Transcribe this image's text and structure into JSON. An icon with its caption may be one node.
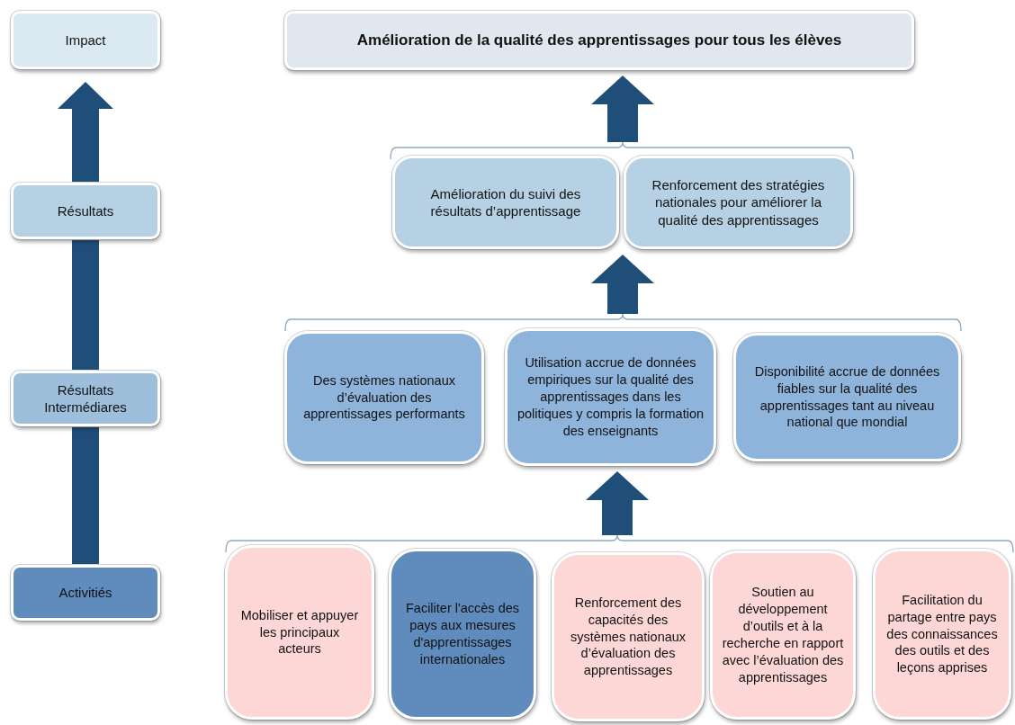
{
  "diagram": {
    "nodes": [
      {
        "text": [
          "Impact"
        ]
      },
      {
        "text": [
          "Résultats"
        ]
      },
      {
        "text": [
          "Résultats Intermédiares"
        ]
      },
      {
        "text": [
          "Activitiés"
        ]
      },
      {
        "text": [
          "Amélioration de la qualité des apprentissages pour tous les élèves"
        ]
      },
      {
        "text": [
          "Amélioration du suivi des résultats d’apprentissage"
        ]
      },
      {
        "text": [
          "Renforcement des stratégies nationales pour améliorer la qualité des apprentissages"
        ]
      },
      {
        "text": [
          "Des systèmes nationaux d’évaluation des apprentissages performants"
        ]
      },
      {
        "text": [
          "Utilisation accrue de données empiriques sur la qualité des apprentissages dans les politiques y compris la formation des enseignants"
        ]
      },
      {
        "text": [
          "Disponibilité accrue de données fiables sur la qualité des apprentissages tant au niveau national que mondial"
        ]
      },
      {
        "text": [
          "Mobiliser et appuyer les principaux acteurs"
        ]
      },
      {
        "text": [
          "Faciliter l'accès des pays aux mesures d'apprentissages internationales"
        ]
      },
      {
        "text": [
          "Renforcement des capacités des systèmes nationaux d’évaluation des apprentissages"
        ]
      },
      {
        "text": [
          "Soutien au développement d’outils et à la recherche en rapport avec l’évaluation des apprentissages"
        ]
      },
      {
        "text": [
          "Facilitation du partage entre pays des connaissances des outils et des leçons apprises"
        ]
      },
      {
        "text": [],
        "shape": "bracket"
      },
      {
        "text": [],
        "shape": "bracket"
      },
      {
        "text": [],
        "shape": "bracket"
      }
    ],
    "edges": [
      {
        "from": 3,
        "to": 2,
        "arrow": "none"
      },
      {
        "from": 2,
        "to": 1,
        "arrow": "none"
      },
      {
        "from": 1,
        "to": 0,
        "arrow": "to"
      },
      {
        "from": 15,
        "to": 4,
        "arrow": "to"
      },
      {
        "from": 16,
        "to": 5,
        "arrow": "to"
      },
      {
        "from": 16,
        "to": 6,
        "arrow": "to"
      },
      {
        "from": 17,
        "to": 8,
        "arrow": "to"
      }
    ]
  }
}
